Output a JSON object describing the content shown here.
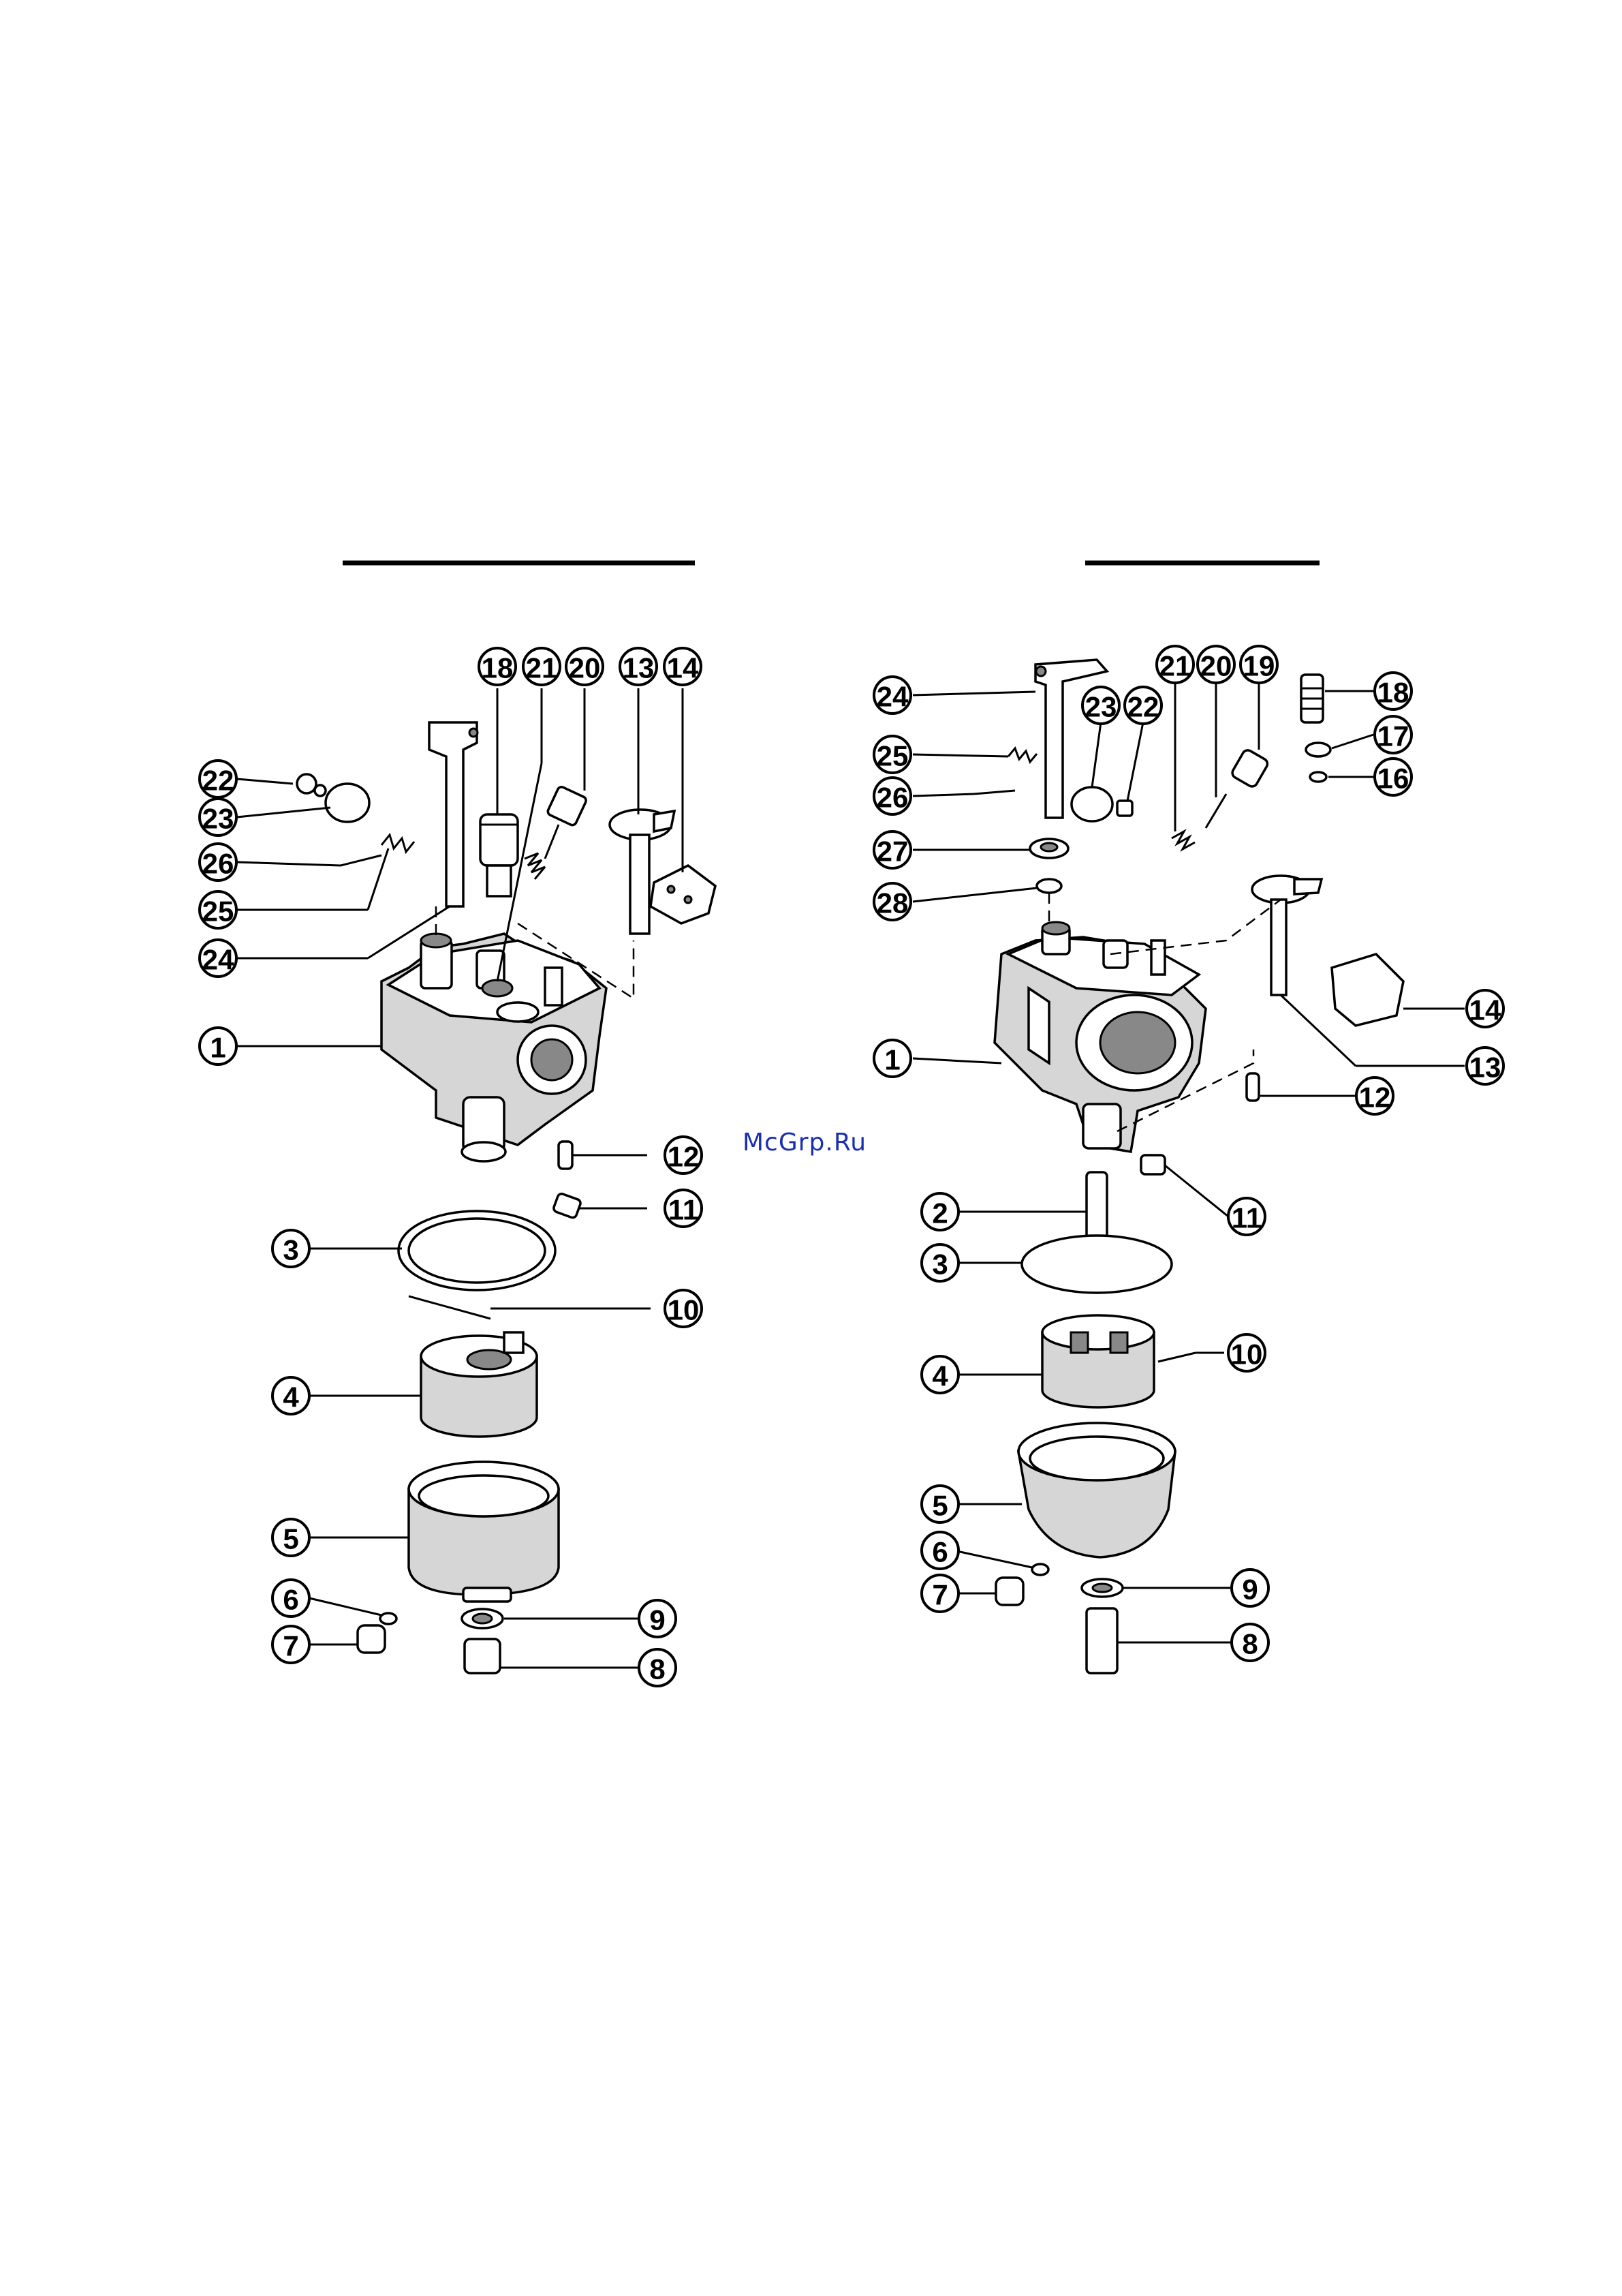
{
  "watermark": "McGrp.Ru",
  "left_diagram": {
    "callouts": [
      "18",
      "21",
      "20",
      "13",
      "14",
      "22",
      "23",
      "26",
      "25",
      "24",
      "1",
      "12",
      "11",
      "3",
      "10",
      "4",
      "5",
      "6",
      "7",
      "9",
      "8"
    ]
  },
  "right_diagram": {
    "callouts": [
      "24",
      "21",
      "20",
      "19",
      "18",
      "23",
      "22",
      "17",
      "25",
      "26",
      "16",
      "27",
      "28",
      "14",
      "1",
      "13",
      "12",
      "11",
      "2",
      "3",
      "4",
      "10",
      "5",
      "6",
      "7",
      "9",
      "8"
    ]
  }
}
